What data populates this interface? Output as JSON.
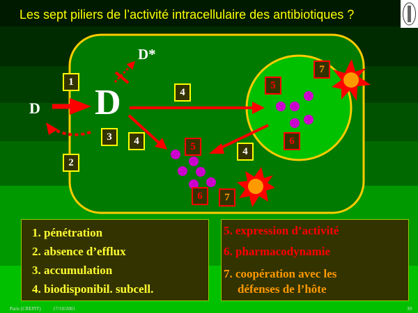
{
  "title": "Les sept piliers de l’activité intracellulaire des antibiotiques ?",
  "diagram": {
    "drug_outside": "D",
    "drug_inside": "D",
    "drug_inactivated": "D*",
    "steps": {
      "s1": "1",
      "s2": "2",
      "s3": "3",
      "s4": "4",
      "s5": "5",
      "s6": "6",
      "s7": "7"
    }
  },
  "legend_left": [
    "1. pénétration",
    "2. absence d’efflux",
    "3. accumulation",
    "4. biodisponibil. subcell."
  ],
  "legend_right": [
    "5. expression d’activité",
    "6. pharmacodynamie",
    "7. coopération avec les",
    "défenses de l’hôte"
  ],
  "footer": {
    "source": "Paris (CREPIT)",
    "date": "17/10/2001",
    "page": "39"
  },
  "colors": {
    "cell": "#007a00",
    "nucleus": "#00bf00",
    "membrane": "#ffcc00",
    "arrow": "#ff0000",
    "target": "#cc00cc"
  }
}
